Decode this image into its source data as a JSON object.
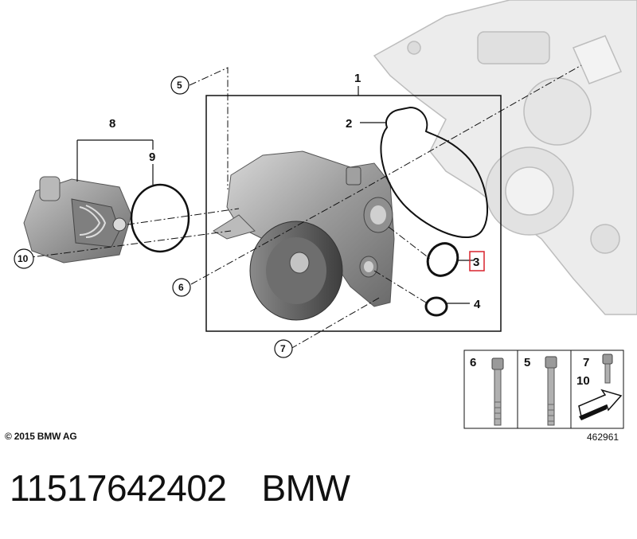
{
  "callouts": {
    "c1": "1",
    "c2": "2",
    "c3": "3",
    "c4": "4",
    "c5": "5",
    "c6": "6",
    "c7": "7",
    "c8": "8",
    "c9": "9",
    "c10": "10"
  },
  "legend": {
    "col1": "6",
    "col2": "5",
    "col3_top": "7",
    "col3_bottom": "10"
  },
  "diagram_id": "462961",
  "copyright": "© 2015 BMW AG",
  "footer": {
    "part_number": "11517642402",
    "brand": "BMW"
  },
  "colors": {
    "highlight": "#d9232d",
    "line": "#111111",
    "ghost_engine": "#cfcfcf"
  }
}
